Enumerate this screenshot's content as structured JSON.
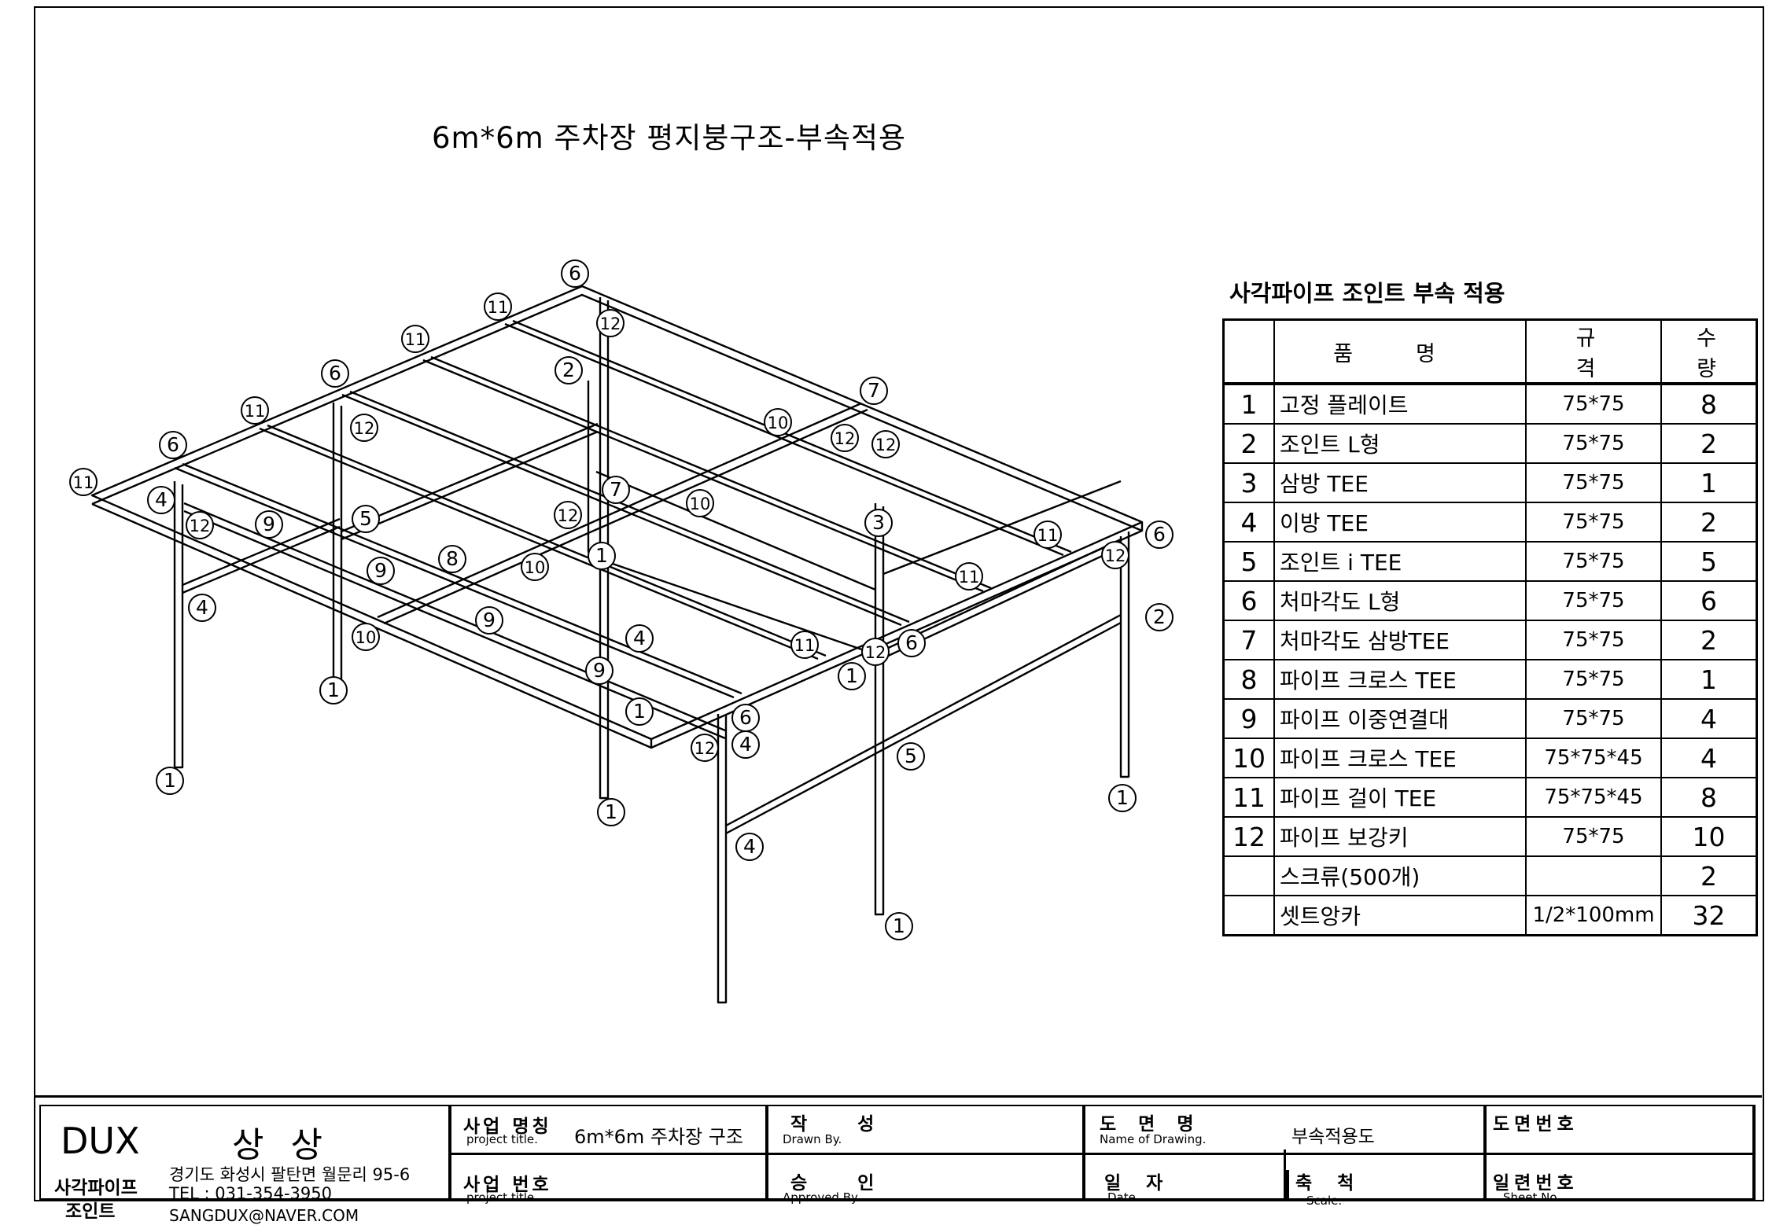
{
  "title": "6m*6m 주차장 평지붕구조-부속적용",
  "bom": {
    "heading": "사각파이프 조인트 부속 적용",
    "columns": {
      "name": "품명",
      "spec": "규격",
      "qty": "수량"
    },
    "rows": [
      {
        "no": "1",
        "name": "고정 플레이트",
        "spec": "75*75",
        "qty": "8"
      },
      {
        "no": "2",
        "name": "조인트 L형",
        "spec": "75*75",
        "qty": "2"
      },
      {
        "no": "3",
        "name": "삼방 TEE",
        "spec": "75*75",
        "qty": "1"
      },
      {
        "no": "4",
        "name": "이방 TEE",
        "spec": "75*75",
        "qty": "2"
      },
      {
        "no": "5",
        "name": "조인트 i TEE",
        "spec": "75*75",
        "qty": "5"
      },
      {
        "no": "6",
        "name": "처마각도 L형",
        "spec": "75*75",
        "qty": "6"
      },
      {
        "no": "7",
        "name": "처마각도 삼방TEE",
        "spec": "75*75",
        "qty": "2"
      },
      {
        "no": "8",
        "name": "파이프 크로스 TEE",
        "spec": "75*75",
        "qty": "1"
      },
      {
        "no": "9",
        "name": "파이프 이중연결대",
        "spec": "75*75",
        "qty": "4"
      },
      {
        "no": "10",
        "name": "파이프 크로스 TEE",
        "spec": "75*75*45",
        "qty": "4"
      },
      {
        "no": "11",
        "name": "파이프 걸이 TEE",
        "spec": "75*75*45",
        "qty": "8"
      },
      {
        "no": "12",
        "name": "파이프 보강키",
        "spec": "75*75",
        "qty": "10"
      },
      {
        "no": "",
        "name": "스크류(500개)",
        "spec": "",
        "qty": "2"
      },
      {
        "no": "",
        "name": "셋트앙카",
        "spec": "1/2*100mm",
        "qty": "32"
      }
    ]
  },
  "title_block": {
    "brand": "DUX",
    "company": "상 상",
    "company_type_1": "사각파이프",
    "company_type_2": "조인트",
    "address": "경기도 화성시 팔탄면 월문리 95-6",
    "tel": "TEL : 031-354-3950",
    "email": "SANGDUX@NAVER.COM",
    "project_name_label": "사업 명칭",
    "project_name_sub": "project title.",
    "project_name_value": "6m*6m 주차장 구조",
    "project_no_label": "사업 번호",
    "project_no_sub": "project title.",
    "drawn_label": "작 성",
    "drawn_sub": "Drawn By.",
    "approved_label": "승 인",
    "approved_sub": "Approved By.",
    "drawing_name_label": "도 면 명",
    "drawing_name_sub": "Name of Drawing.",
    "drawing_name_value": "부속적용도",
    "date_label": "일 자",
    "date_sub": "Date.",
    "scale_label": "축 척",
    "scale_sub": "Scale.",
    "drawing_no_label": "도면번호",
    "sheet_no_label": "일련번호",
    "sheet_no_sub": "Sheet No."
  },
  "callouts": [
    "6",
    "11",
    "11",
    "6",
    "11",
    "6",
    "11",
    "12",
    "2",
    "7",
    "12",
    "10",
    "12",
    "12",
    "4",
    "12",
    "9",
    "5",
    "12",
    "7",
    "10",
    "3",
    "11",
    "6",
    "12",
    "1",
    "8",
    "9",
    "10",
    "11",
    "2",
    "4",
    "10",
    "9",
    "4",
    "11",
    "12",
    "1",
    "6",
    "1",
    "9",
    "1",
    "6",
    "12",
    "4",
    "5",
    "1",
    "1",
    "4",
    "1",
    "1"
  ]
}
